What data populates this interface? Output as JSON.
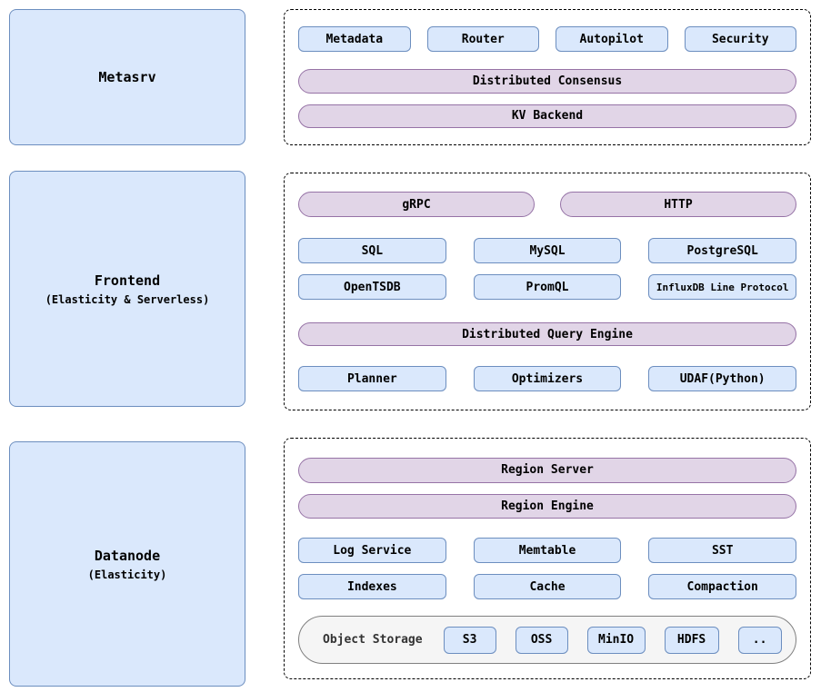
{
  "colors": {
    "component_fill": "#dae8fc",
    "component_border": "#6c8ebf",
    "pill_fill": "#e1d5e7",
    "pill_border": "#9673a6",
    "storage_fill": "#f5f5f5",
    "storage_border": "#808080"
  },
  "metasrv": {
    "title": "Metasrv",
    "components": [
      "Metadata",
      "Router",
      "Autopilot",
      "Security"
    ],
    "consensus_pill": "Distributed Consensus",
    "kv_pill": "KV Backend"
  },
  "frontend": {
    "title": "Frontend",
    "subtitle": "(Elasticity & Serverless)",
    "pills": [
      "gRPC",
      "HTTP"
    ],
    "protocols_row1": [
      "SQL",
      "MySQL",
      "PostgreSQL"
    ],
    "protocols_row2": [
      "OpenTSDB",
      "PromQL",
      "InfluxDB Line Protocol"
    ],
    "engine_pill": "Distributed Query Engine",
    "engine_components": [
      "Planner",
      "Optimizers",
      "UDAF(Python)"
    ]
  },
  "datanode": {
    "title": "Datanode",
    "subtitle": "(Elasticity)",
    "pills": [
      "Region Server",
      "Region Engine"
    ],
    "components_row1": [
      "Log Service",
      "Memtable",
      "SST"
    ],
    "components_row2": [
      "Indexes",
      "Cache",
      "Compaction"
    ],
    "object_storage": {
      "label": "Object Storage",
      "providers": [
        "S3",
        "OSS",
        "MinIO",
        "HDFS",
        ".."
      ]
    }
  }
}
